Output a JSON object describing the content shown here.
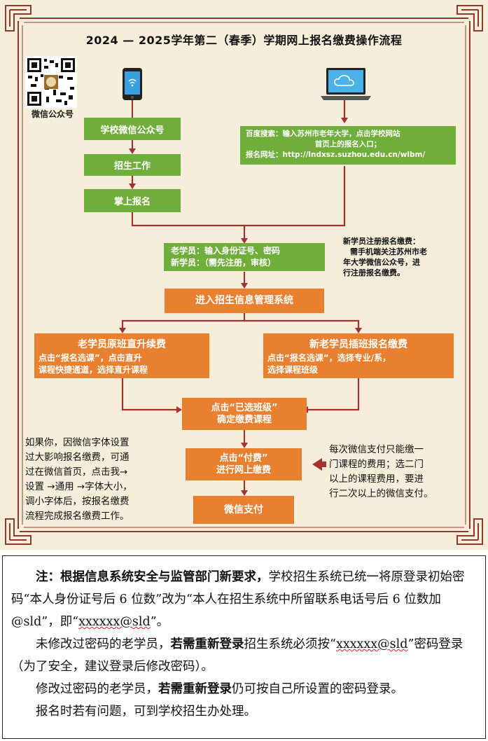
{
  "poster": {
    "title": "2024 — 2025学年第二（春季）学期网上报名缴费操作流程",
    "qr_label": "微信公众号",
    "wechat_path": {
      "step1": "学校微信公众号",
      "step2": "招生工作",
      "step3": "掌上报名"
    },
    "web_path": {
      "line1": "百度搜索：输入苏州市老年大学，点击学校网站",
      "line2": "首页上的报名入口；",
      "line3": "报名网址：http://lndxsz.suzhou.edu.cn/wlbm/"
    },
    "login": {
      "line1": "老学员：输入身份证号、密码",
      "line2": "新学员：（需先注册，审核）"
    },
    "new_student_note": {
      "line1": "新学员注册报名缴费：",
      "line2": "需手机端关注苏州市老",
      "line3": "年大学微信公众号，进",
      "line4": "行注册报名缴费。"
    },
    "system": "进入招生信息管理系统",
    "old_branch": {
      "title": "老学员原班直升续费",
      "line1": "点击“报名选课”，点击直升",
      "line2": "课程快捷通道，选择直升课程"
    },
    "new_branch": {
      "title": "新老学员插班报名缴费",
      "line1": "点击“报名选课”，选择专业/系，",
      "line2": "选择课程班级"
    },
    "selected": {
      "line1": "点击“已选班级”",
      "line2": "确定缴费课程"
    },
    "pay": {
      "line1": "点击“付费”",
      "line2": "进行网上缴费"
    },
    "wechat_pay": "微信支付",
    "font_note": {
      "line1": "如果你，因微信字体设置",
      "line2": "过大影响报名缴费，可通",
      "line3": "过在微信首页，点击我→",
      "line4": "设置 →通用 →字体大小，",
      "line5": "调小字体后，按报名缴费",
      "line6": "流程完成报名缴费工作。"
    },
    "pay_note": {
      "line1": "每次微信支付只能缴一",
      "line2": "门课程的费用；选二门",
      "line3": "以上的课程费用，要进",
      "line4": "行二次以上的微信支付。"
    }
  },
  "notice": {
    "p1_bold": "注：根据信息系统安全与监管部门新要求，",
    "p1_text_a": "学校招生系统已统一将原登录初始密码“本人身份证号后 6 位数”改为“本人在招生系统中所留联系电话号后 6 位数加@sld”，即“",
    "p1_code": "xxxxxx@sld",
    "p1_text_b": "”。",
    "p2_text_a": "未修改过密码的老学员，",
    "p2_bold": "若需重新登录",
    "p2_text_b": "招生系统必须按“",
    "p2_code": "xxxxxx@sld",
    "p2_text_c": "”密码登录（为了安全，建议登录后修改密码）。",
    "p3_text_a": "修改过密码的老学员，",
    "p3_bold": "若需重新登录",
    "p3_text_b": "仍可按自己所设置的密码登录。",
    "p4": "报名时若有问题，可到学校招生办处理。"
  },
  "colors": {
    "green": "#6fae3b",
    "orange": "#e9802f",
    "arrow": "#a3342c",
    "frame": "#8f3a2b",
    "poster_bg": "#f6eedb"
  }
}
